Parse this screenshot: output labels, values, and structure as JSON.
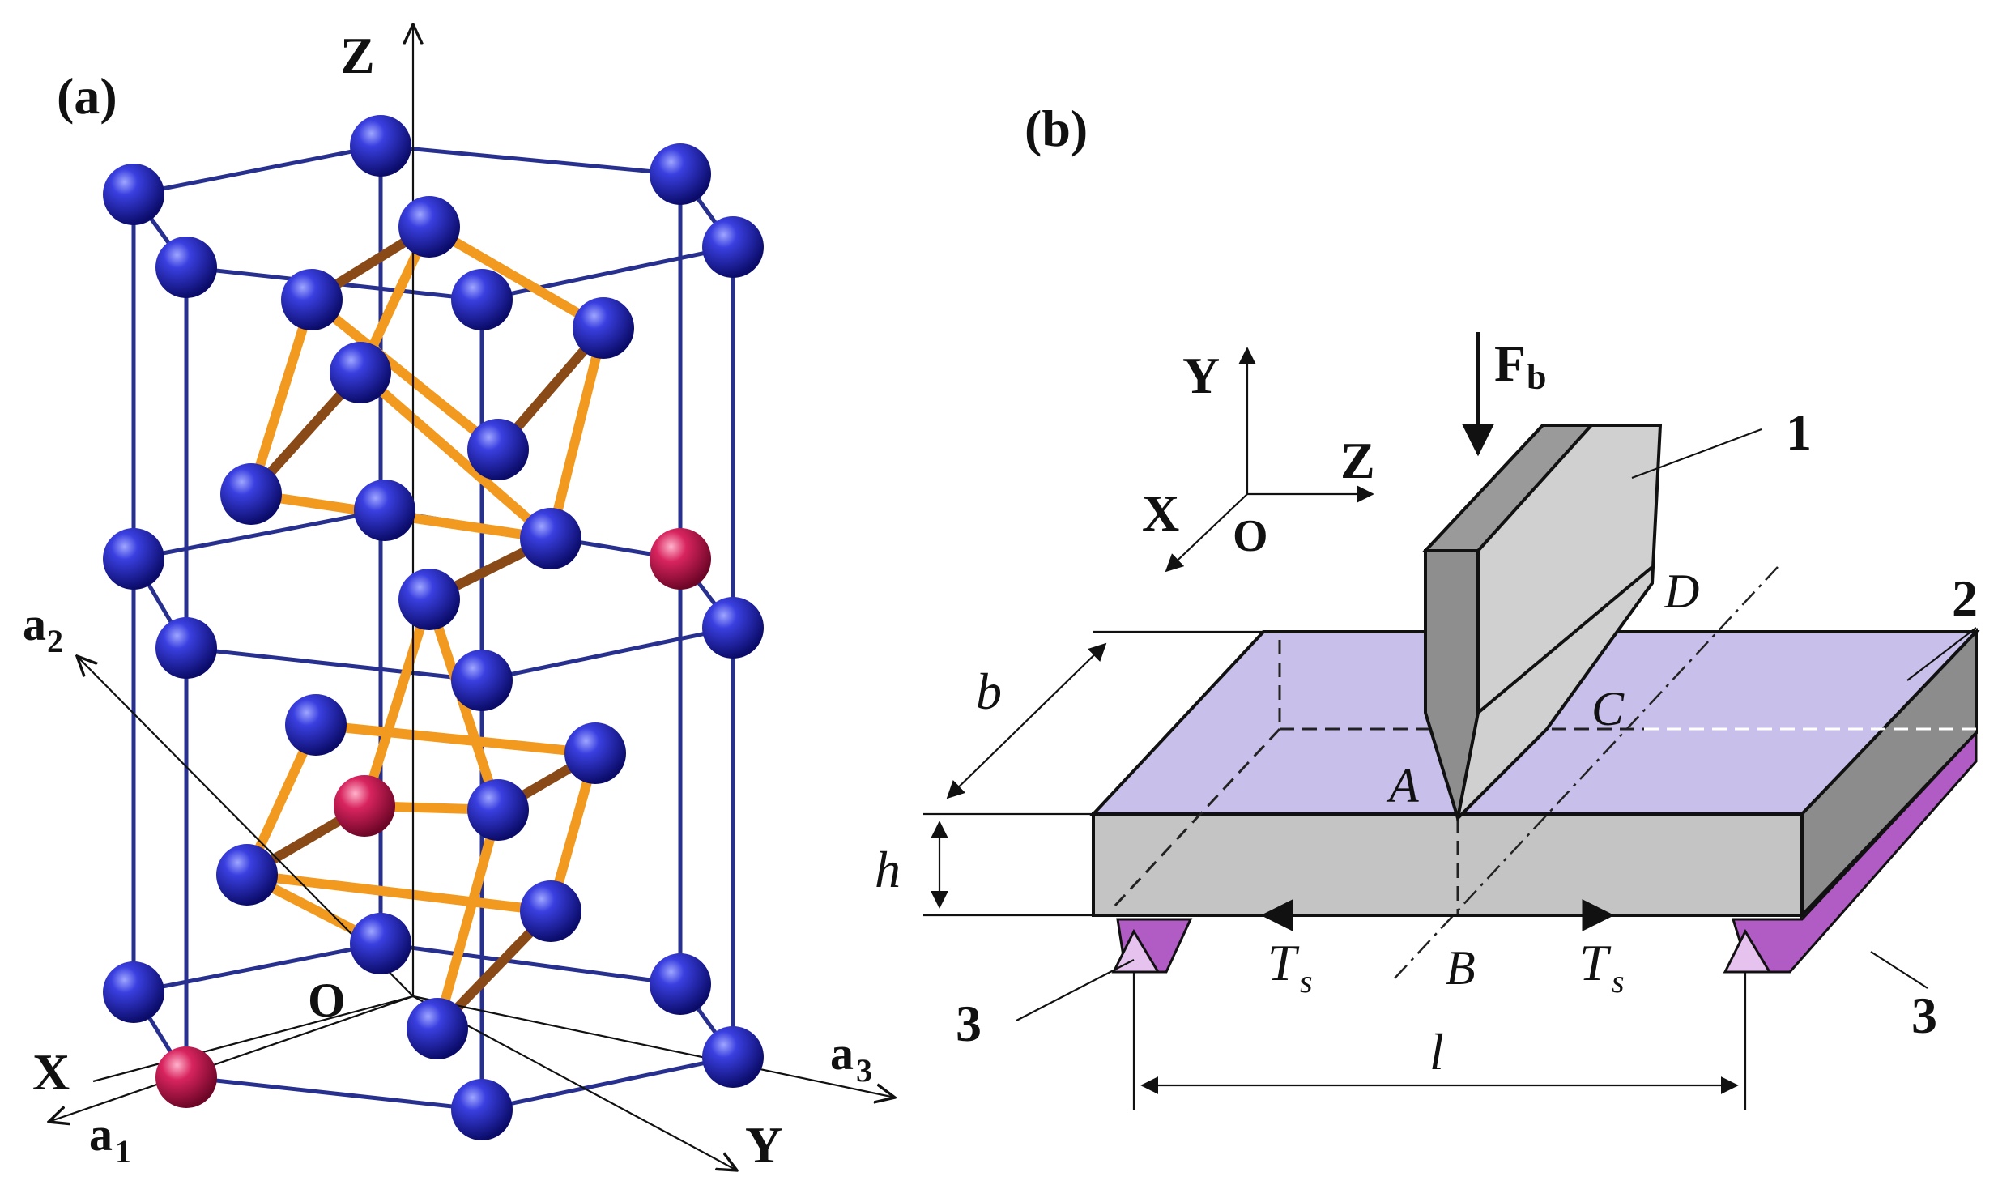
{
  "panel_a": {
    "panel_label": "(a)",
    "axes": {
      "z": "Z",
      "x": "X",
      "y": "Y",
      "origin": "O"
    },
    "lattice_vectors": {
      "a1": "a",
      "a1_sub": "1",
      "a2": "a",
      "a2_sub": "2",
      "a3": "a",
      "a3_sub": "3"
    },
    "colors": {
      "atom_blue": "#1c1fb4",
      "atom_red": "#c2164d",
      "bond_blue": "#27308f",
      "bond_orange": "#f29a1f",
      "bond_brown": "#8a4a17"
    }
  },
  "panel_b": {
    "panel_label": "(b)",
    "axes": {
      "y": "Y",
      "z": "Z",
      "x": "X",
      "origin": "O"
    },
    "force": {
      "label": "F",
      "subscript": "b"
    },
    "points": {
      "A": "A",
      "B": "B",
      "C": "C",
      "D": "D"
    },
    "dimensions": {
      "b": "b",
      "h": "h",
      "l": "l"
    },
    "tension": {
      "label": "T",
      "subscript": "s"
    },
    "parts": {
      "part1": "1",
      "part2": "2",
      "part3_left": "3",
      "part3_right": "3"
    },
    "colors": {
      "specimen_top": "#c8c0ea",
      "specimen_front": "#c4c4c4",
      "specimen_side": "#8c8c8c",
      "support": "#b05cc4",
      "indenter_light": "#d0d0d0",
      "indenter_dark": "#8e8e8e"
    }
  }
}
